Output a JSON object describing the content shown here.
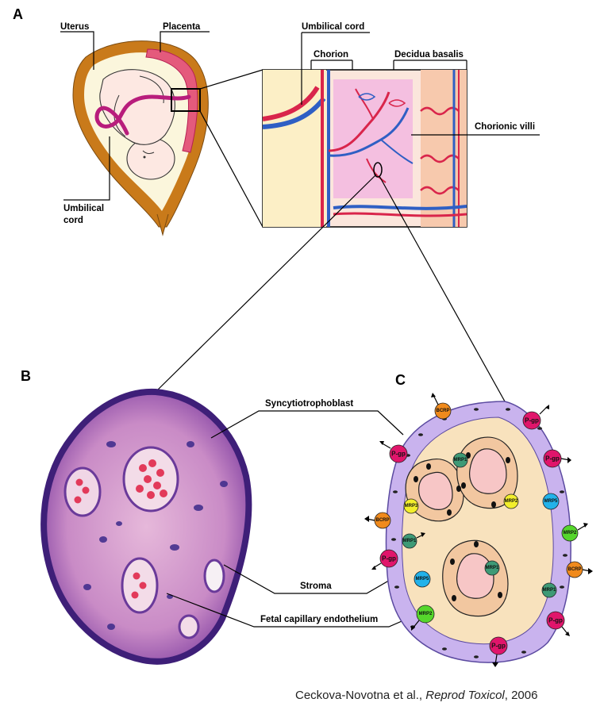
{
  "panels": {
    "a": "A",
    "b": "B",
    "c": "C"
  },
  "panel_a": {
    "uterus": "Uterus",
    "placenta": "Placenta",
    "umbilical_cord_line1": "Umbilical",
    "umbilical_cord_line2": "cord"
  },
  "zoom": {
    "umbilical_cord": "Umbilical cord",
    "chorion": "Chorion",
    "decidua_basalis": "Decidua basalis",
    "chorionic_villi": "Chorionic villi"
  },
  "panel_b": {
    "syncytiotrophoblast": "Syncytiotrophoblast",
    "stroma": "Stroma",
    "fetal_capillary_endothelium": "Fetal capillary endothelium"
  },
  "transporters": {
    "pgp": "P-gp",
    "bcrp": "BCRP",
    "mrp1": "MRP1",
    "mrp2": "MRP2",
    "mrp3": "MRP3",
    "mrp5": "MRP5"
  },
  "colors": {
    "pgp": "#e0156b",
    "bcrp": "#f08a1c",
    "mrp1": "#3e9a76",
    "mrp2": "#55d62c",
    "mrp3": "#f2ee2c",
    "mrp5": "#22b2ea",
    "syncytio": "#c9b3ee",
    "stroma": "#f8e2bd",
    "capillary": "#f7c6c6",
    "uterus_wall": "#c97a1a",
    "vessel_red": "#d9254b",
    "vessel_blue": "#2f5fc4",
    "cord_magenta": "#b81d7c"
  },
  "citation": {
    "prefix": "Ceckova-Novotna et al., ",
    "journal": "Reprod Toxicol",
    "suffix": ", 2006"
  }
}
